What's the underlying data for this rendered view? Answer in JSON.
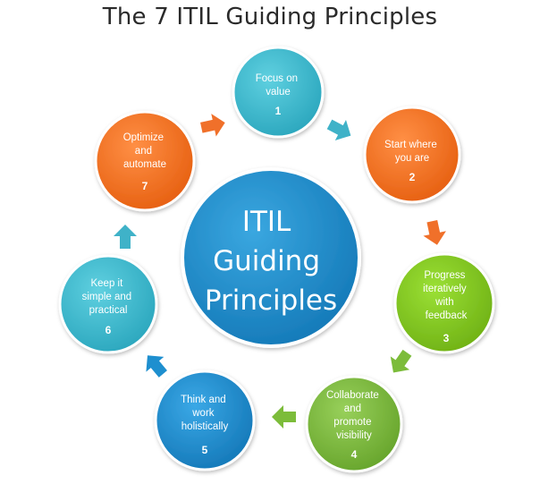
{
  "title": "The 7 ITIL Guiding Principles",
  "center": {
    "lines": [
      "ITIL",
      "Guiding",
      "Principles"
    ]
  },
  "principles": [
    {
      "number": "1",
      "lines": [
        "Focus on",
        "value"
      ],
      "color": "#39b8cc"
    },
    {
      "number": "2",
      "lines": [
        "Start where",
        "you are"
      ],
      "color": "#f26f1f"
    },
    {
      "number": "3",
      "lines": [
        "Progress",
        "iteratively",
        "with",
        "feedback"
      ],
      "color": "#7fc31f"
    },
    {
      "number": "4",
      "lines": [
        "Collaborate",
        "and",
        "promote",
        "visibility"
      ],
      "color": "#79b83a"
    },
    {
      "number": "5",
      "lines": [
        "Think and",
        "work",
        "holistically"
      ],
      "color": "#1b8fcf"
    },
    {
      "number": "6",
      "lines": [
        "Keep it",
        "simple and",
        "practical"
      ],
      "color": "#3ab3ca"
    },
    {
      "number": "7",
      "lines": [
        "Optimize",
        "and",
        "automate"
      ],
      "color": "#f26f1f"
    }
  ],
  "colors": {
    "center": "#1a8ccb",
    "arrow_teal": "#3fb2c8",
    "arrow_orange": "#f0702a",
    "arrow_green": "#7cbc3a",
    "arrow_blue": "#1e8fcf"
  }
}
